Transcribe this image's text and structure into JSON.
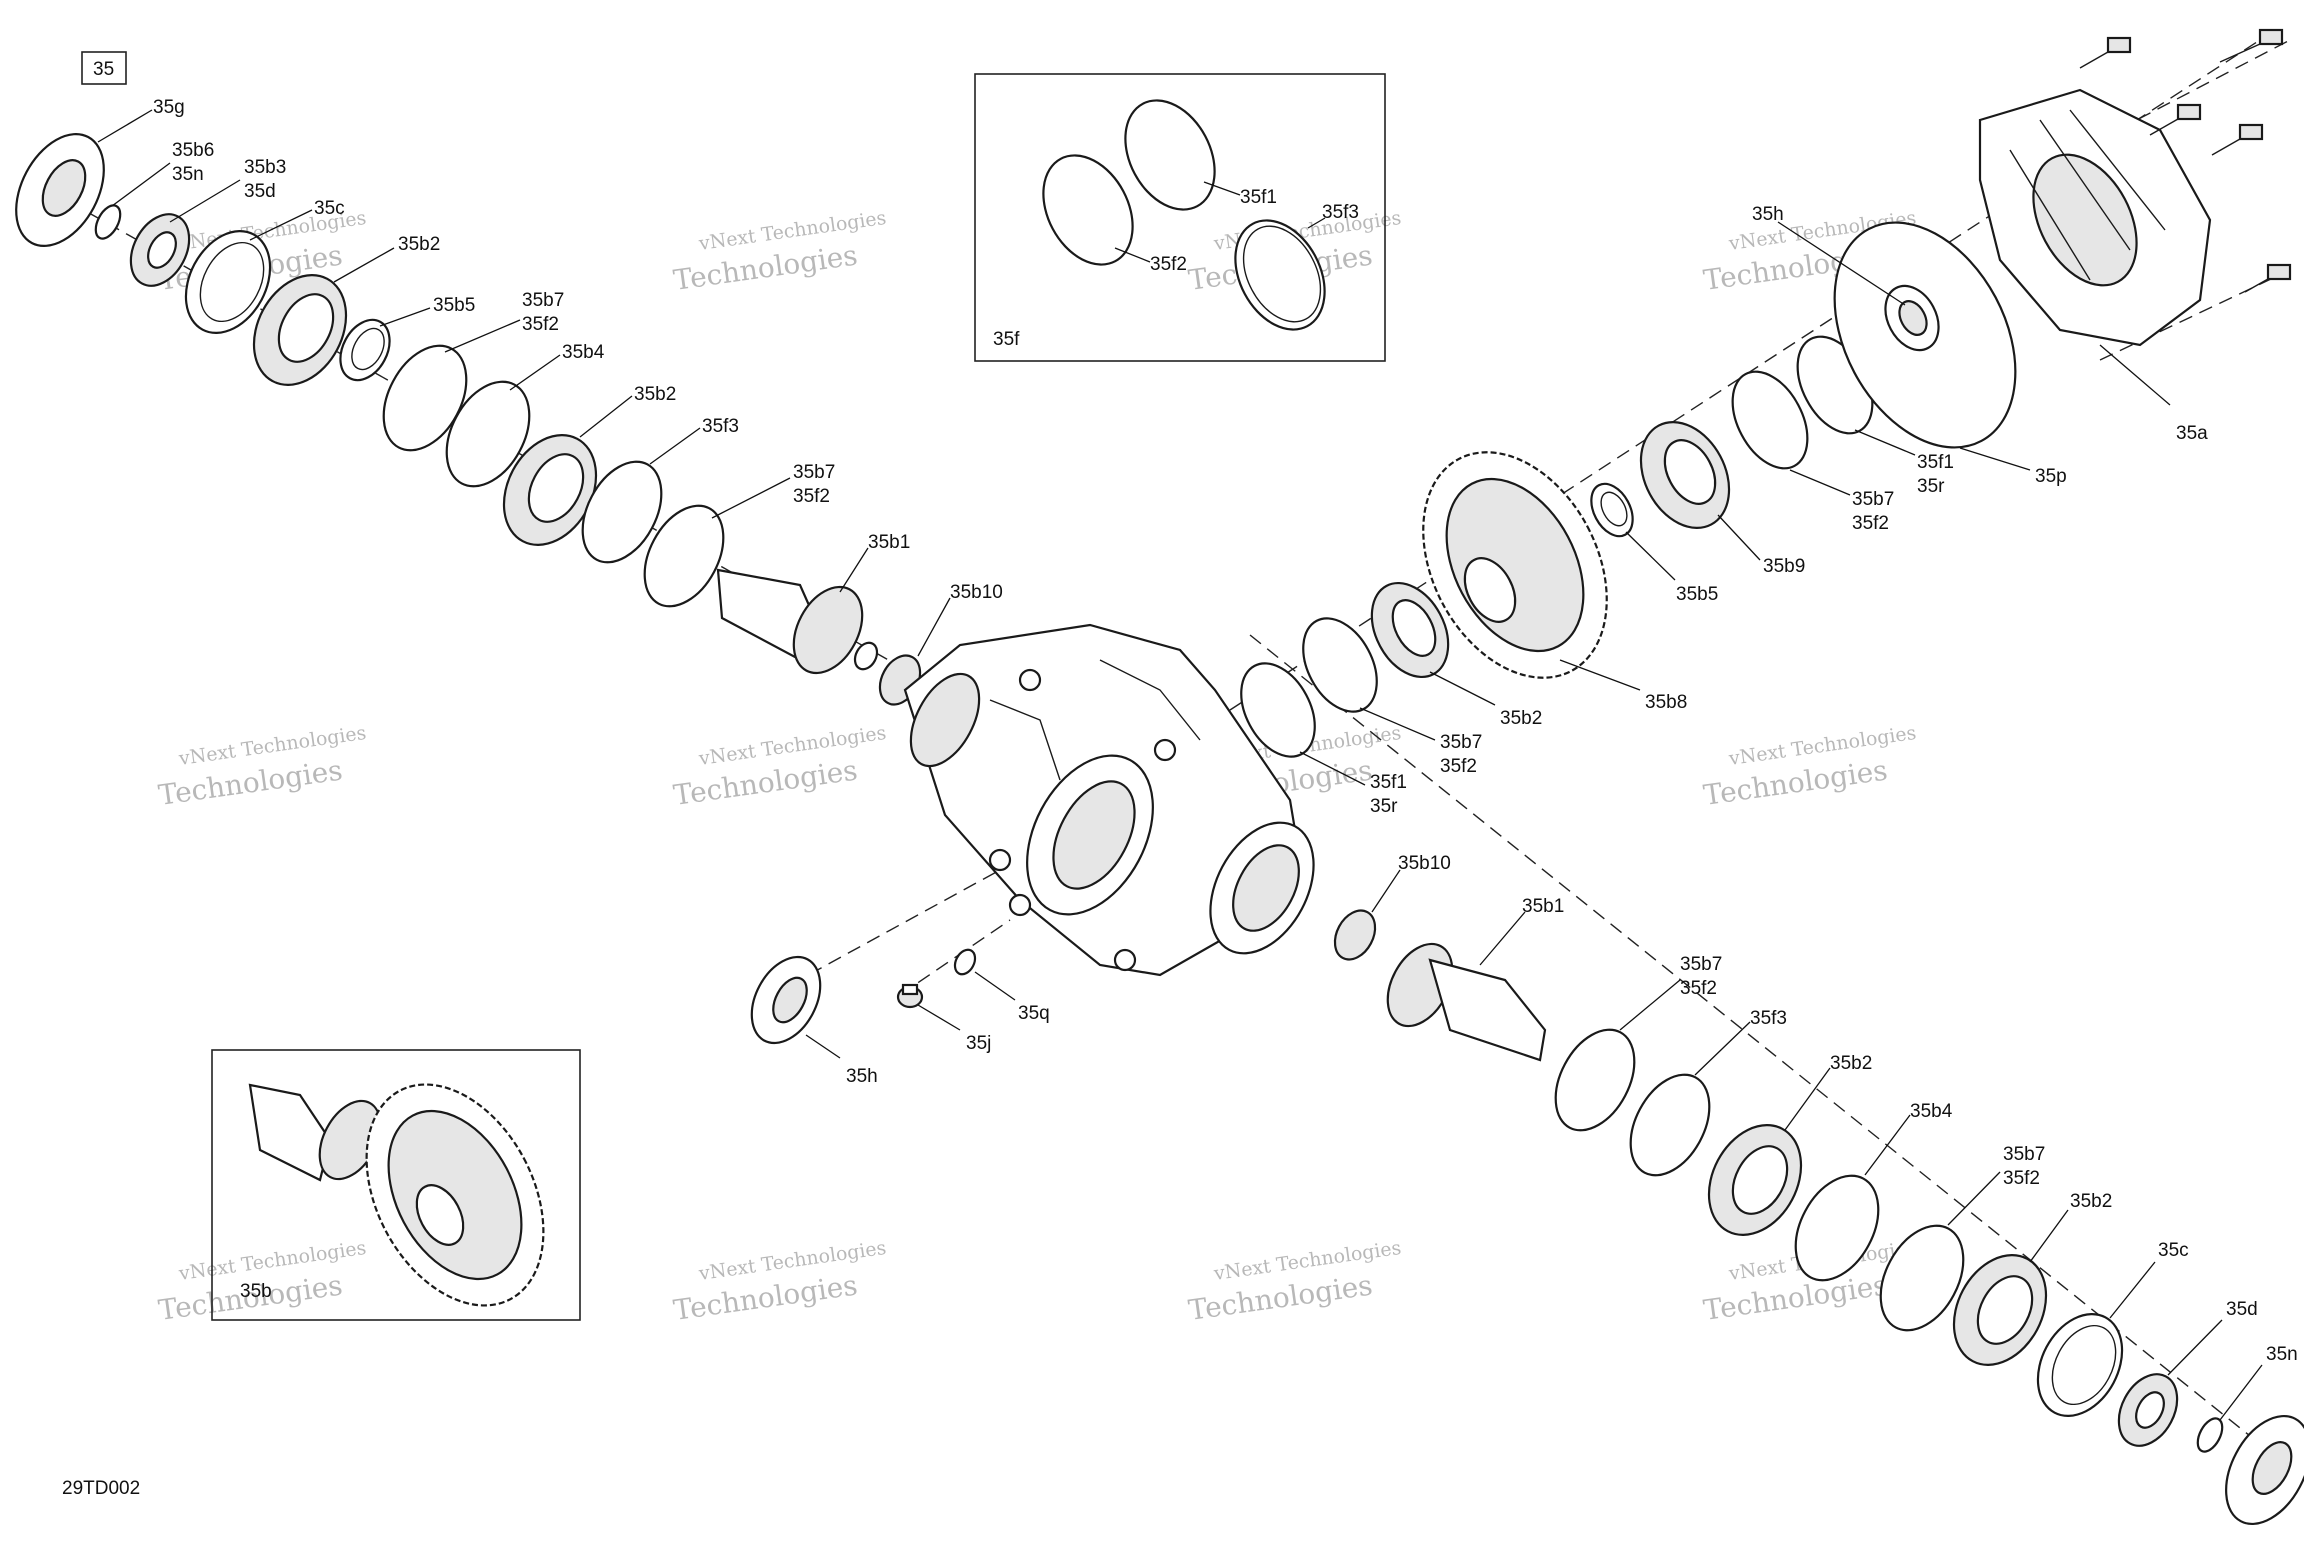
{
  "diagram": {
    "section_number": "35",
    "drawing_code": "29TD002",
    "watermark_line1": "vNext Technologies",
    "watermark_line2": "Technologies",
    "inset_labels": {
      "ring_kit": "35f",
      "ring_a": "35f1",
      "ring_b": "35f2",
      "ring_c": "35f3",
      "gearset": "35b"
    },
    "callouts": {
      "c35g": "35g",
      "c35b6": "35b6",
      "c35n_top": "35n",
      "c35b3": "35b3",
      "c35d_top": "35d",
      "c35c_top": "35c",
      "c35b2_a": "35b2",
      "c35b5_a": "35b5",
      "c35b7_a": "35b7",
      "c35f2_a": "35f2",
      "c35b4_a": "35b4",
      "c35b2_b": "35b2",
      "c35f3_a": "35f3",
      "c35b7_b": "35b7",
      "c35f2_b": "35f2",
      "c35b1_a": "35b1",
      "c35b10_a": "35b10",
      "c35h_top": "35h",
      "c35a": "35a",
      "c35p": "35p",
      "c35f1_a": "35f1",
      "c35r_a": "35r",
      "c35b7_c": "35b7",
      "c35f2_c": "35f2",
      "c35b9": "35b9",
      "c35b5_b": "35b5",
      "c35b8": "35b8",
      "c35b2_c": "35b2",
      "c35b7_d": "35b7",
      "c35f2_d": "35f2",
      "c35f1_b": "35f1",
      "c35r_b": "35r",
      "c35b10_b": "35b10",
      "c35b1_b": "35b1",
      "c35b7_e": "35b7",
      "c35f2_e": "35f2",
      "c35f3_b": "35f3",
      "c35b2_d": "35b2",
      "c35b4_b": "35b4",
      "c35b7_f": "35b7",
      "c35f2_f": "35f2",
      "c35b2_e": "35b2",
      "c35c_bot": "35c",
      "c35d_bot": "35d",
      "c35n_bot": "35n",
      "c35q": "35q",
      "c35j": "35j",
      "c35h_bot": "35h"
    }
  }
}
